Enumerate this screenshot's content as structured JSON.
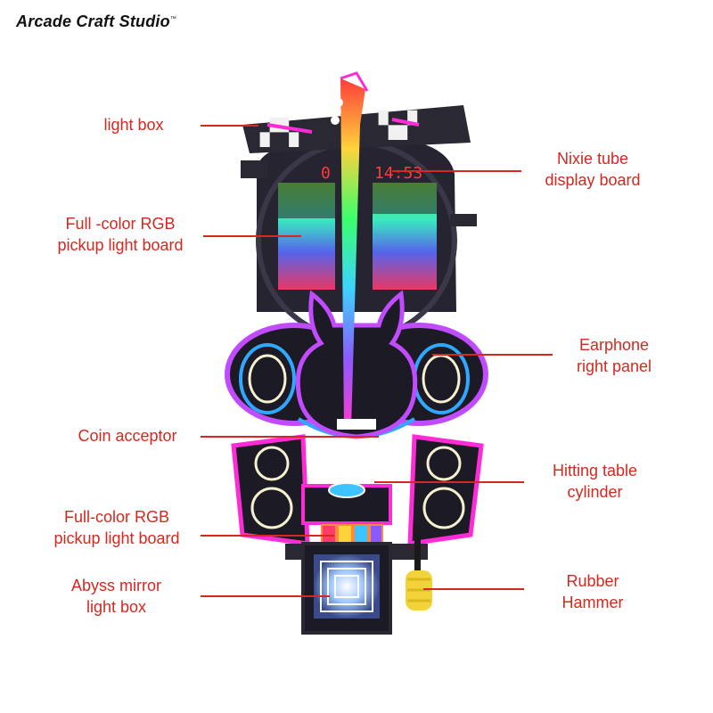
{
  "brand": {
    "name": "Arcade Craft Studio",
    "tm": "™"
  },
  "marquee": {
    "left_score": "0",
    "right_score": "14:53"
  },
  "labels": {
    "light_box": "light box",
    "nixie_tube": "Nixie tube\ndisplay board",
    "rgb_board_top": "Full -color RGB\npickup light board",
    "earphone_panel": "Earphone\nright panel",
    "coin_acceptor": "Coin acceptor",
    "hitting_table": "Hitting table\ncylinder",
    "rgb_board_bottom": "Full-color RGB\npickup light board",
    "abyss_mirror": "Abyss mirror\nlight box",
    "rubber_hammer": "Rubber\nHammer"
  },
  "colors": {
    "label_red": "#d6281f",
    "neon_pink": "#ff2bd6",
    "neon_blue": "#2fa8ff",
    "cabinet_dark": "#1c1a24",
    "hammer_yellow": "#f2d43a"
  }
}
